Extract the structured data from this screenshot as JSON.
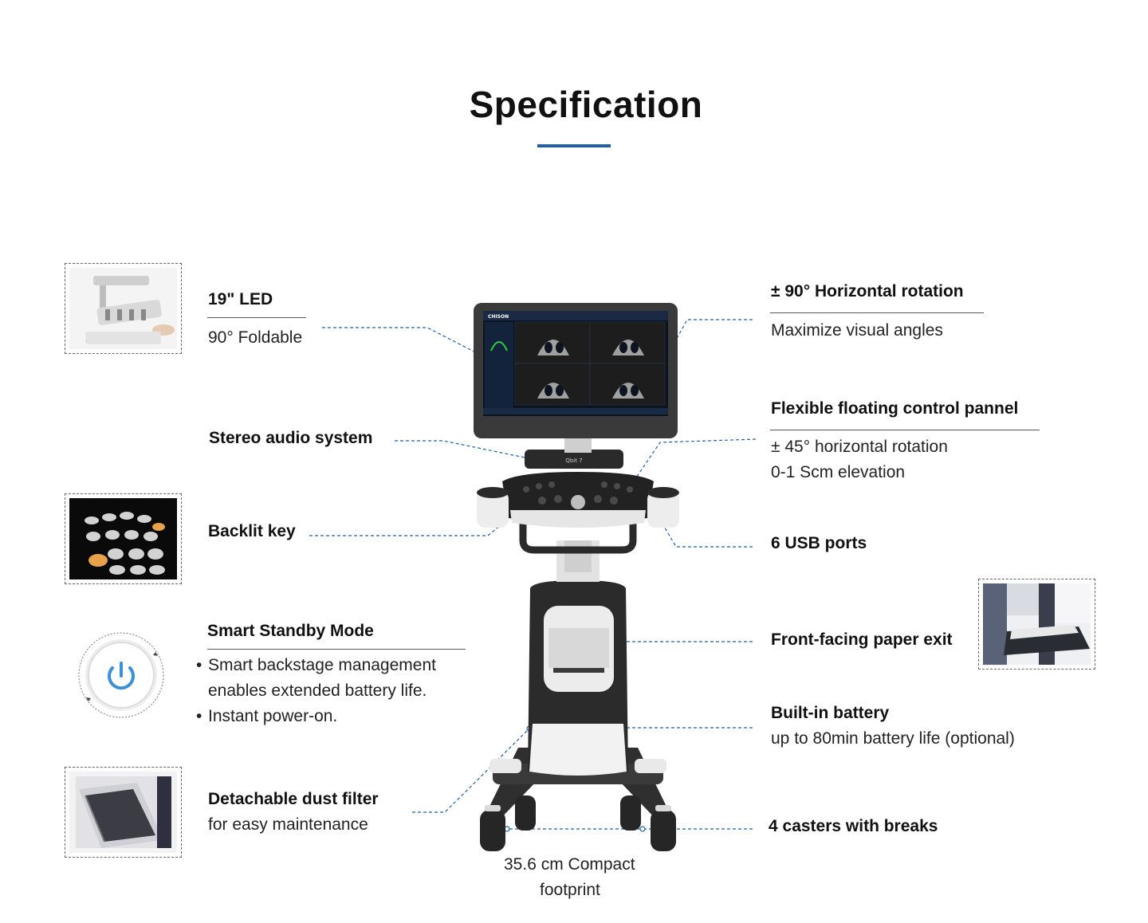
{
  "header": {
    "title": "Specification"
  },
  "left": {
    "led": {
      "heading": "19\" LED",
      "desc": "90° Foldable"
    },
    "audio": {
      "heading": "Stereo audio system"
    },
    "backlit": {
      "heading": "Backlit key"
    },
    "standby": {
      "heading": "Smart Standby Mode",
      "bullet1_line1": "Smart backstage management",
      "bullet1_line2": "enables extended battery life.",
      "bullet2": "Instant power-on.",
      "bullet_mark": "•"
    },
    "dust": {
      "heading": "Detachable dust filter",
      "desc": "for easy maintenance"
    }
  },
  "right": {
    "rotation": {
      "heading": "± 90° Horizontal rotation",
      "desc": "Maximize visual angles"
    },
    "panel": {
      "heading": "Flexible floating control pannel",
      "desc1": "± 45° horizontal rotation",
      "desc2": "0-1 Scm elevation"
    },
    "usb": {
      "heading": "6 USB ports"
    },
    "paper": {
      "heading": "Front-facing paper exit"
    },
    "battery": {
      "heading": "Built-in battery",
      "desc": "up to 80min battery life (optional)"
    },
    "casters": {
      "heading": "4 casters with breaks"
    }
  },
  "footprint": {
    "line1": "35.6 cm Compact",
    "line2": "footprint"
  },
  "device": {
    "brand": "CHISON",
    "model": "Qbit 7"
  },
  "colors": {
    "accent": "#1f5fa8",
    "device_dark": "#2b2b2b",
    "screen": "#0d1420"
  },
  "icons": {
    "thumb_led": "foldable-monitor-photo",
    "thumb_backlit": "backlit-keys-photo",
    "thumb_standby": "power-icon",
    "thumb_dust": "dust-filter-photo",
    "thumb_paper": "paper-exit-photo"
  }
}
